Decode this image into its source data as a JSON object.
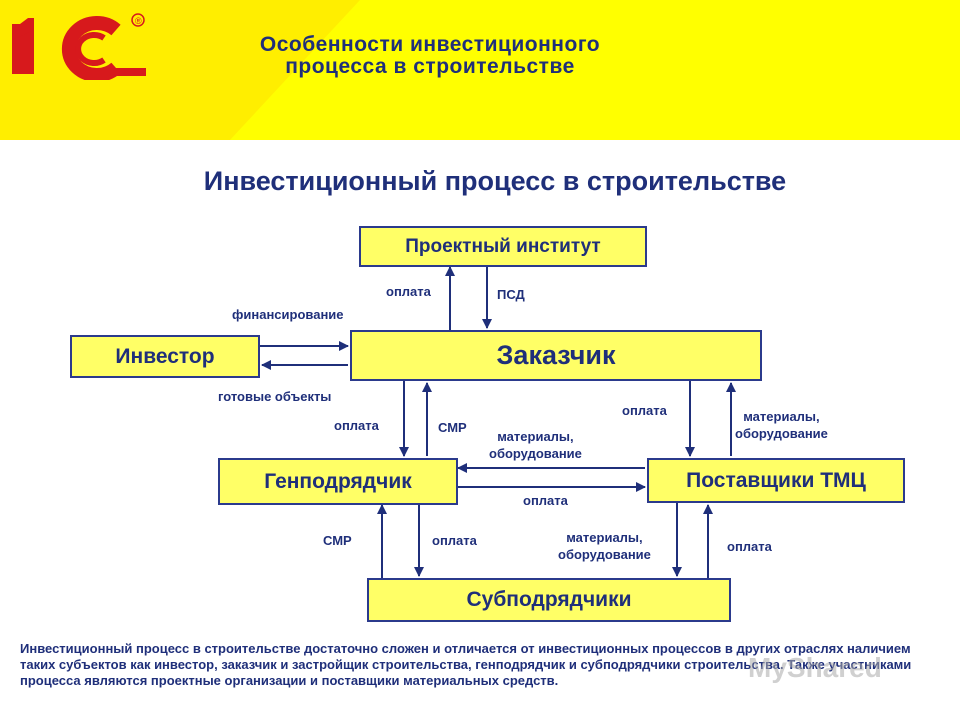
{
  "header": {
    "logo_text": "1С",
    "logo_mark": "®",
    "title_line1": "Особенности инвестиционного",
    "title_line2": "процесса в строительстве"
  },
  "main_title": "Инвестиционный процесс в строительстве",
  "nodes": {
    "institute": "Проектный институт",
    "investor": "Инвестор",
    "customer": "Заказчик",
    "general": "Генподрядчик",
    "suppliers": "Поставщики ТМЦ",
    "subcontractors": "Субподрядчики"
  },
  "edge_labels": {
    "financing": "финансирование",
    "ready_objects": "готовые объекты",
    "payment_to_institute": "оплата",
    "psd": "ПСД",
    "payment_to_general": "оплата",
    "smr_to_customer": "СМР",
    "materials_sup_to_general_1": "материалы,",
    "materials_sup_to_general_2": "оборудование",
    "payment_to_suppliers": "оплата",
    "materials_to_customer_1": "материалы,",
    "materials_to_customer_2": "оборудование",
    "payment_general_to_suppliers": "оплата",
    "smr_to_general": "СМР",
    "payment_to_sub": "оплата",
    "materials_to_sub_1": "материалы,",
    "materials_to_sub_2": "оборудование",
    "payment_sub_to_suppliers": "оплата"
  },
  "footer_text": "Инвестиционный процесс в строительстве достаточно сложен и отличается от инвестиционных процессов в других отраслях наличием таких субъектов как инвестор, заказчик и застройщик строительства, генподрядчик и субподрядчики строительства. Также участниками процесса являются проектные организации и поставщики материальных средств.",
  "watermark": "MyShared",
  "colors": {
    "header_bg": "#ffff00",
    "box_bg": "#ffff66",
    "navy": "#1f2f7a",
    "logo_red": "#d7191c"
  }
}
